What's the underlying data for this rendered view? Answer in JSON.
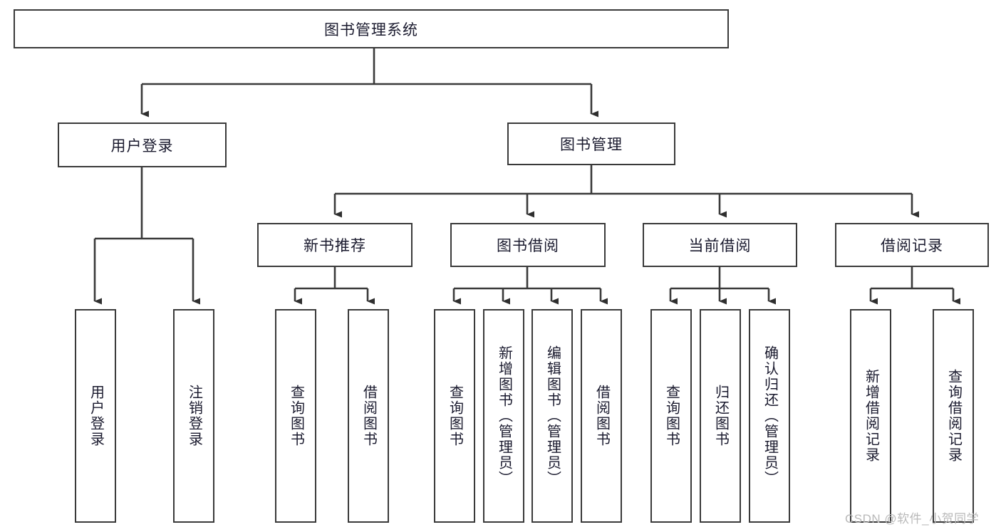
{
  "diagram": {
    "title": "图书管理系统",
    "type": "tree-hierarchy",
    "watermark": "CSDN @软件_小贺同学",
    "colors": {
      "background": "#ffffff",
      "box_border": "#3a3a3a",
      "box_fill": "#ffffff",
      "text": "#1a1a2e",
      "connector": "#3a3a3a",
      "watermark": "#b9b9b9"
    },
    "root": {
      "label": "图书管理系统"
    },
    "level1": [
      {
        "label": "用户登录"
      },
      {
        "label": "图书管理"
      }
    ],
    "level2": [
      {
        "label": "新书推荐"
      },
      {
        "label": "图书借阅"
      },
      {
        "label": "当前借阅"
      },
      {
        "label": "借阅记录"
      }
    ],
    "leaves": {
      "user_login": [
        {
          "label": "用户登录"
        },
        {
          "label": "注销登录"
        }
      ],
      "new_book_recommend": [
        {
          "label": "查询图书"
        },
        {
          "label": "借阅图书"
        }
      ],
      "book_borrow": [
        {
          "label": "查询图书"
        },
        {
          "label": "新增图书（管理员）"
        },
        {
          "label": "编辑图书（管理员）"
        },
        {
          "label": "借阅图书"
        }
      ],
      "current_borrow": [
        {
          "label": "查询图书"
        },
        {
          "label": "归还图书"
        },
        {
          "label": "确认归还（管理员）"
        }
      ],
      "borrow_record": [
        {
          "label": "新增借阅记录"
        },
        {
          "label": "查询借阅记录"
        }
      ]
    }
  }
}
